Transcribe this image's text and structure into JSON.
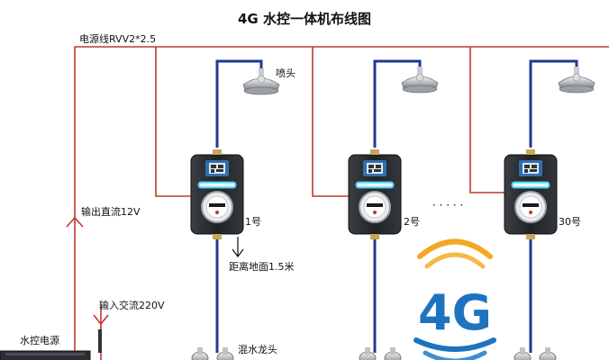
{
  "title": "4G 水控一体机布线图",
  "power_cable_label": "电源线RVV2*2.5",
  "output_label": "输出直流12V",
  "input_label": "输入交流220V",
  "power_supply_label": "水控电源",
  "shower_label": "喷头",
  "distance_label": "距离地面1.5米",
  "mixer_label": "混水龙头",
  "ellipsis": "· · · · ·",
  "logo_text": "4G",
  "units": [
    {
      "label": "1号"
    },
    {
      "label": "2号"
    },
    {
      "label": "30号"
    }
  ],
  "colors": {
    "power_line": "#c0392b",
    "water_pipe": "#1f3a93",
    "device_body": "#1f2226",
    "logo_orange": "#f5a623",
    "logo_blue": "#1e73be"
  }
}
